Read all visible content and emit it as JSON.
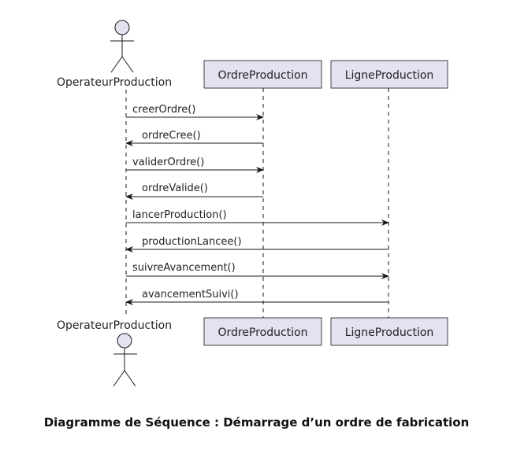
{
  "participants": {
    "actor": {
      "name": "OperateurProduction"
    },
    "ordre": {
      "name": "OrdreProduction"
    },
    "ligne": {
      "name": "LigneProduction"
    }
  },
  "messages": [
    {
      "label": "creerOrdre()",
      "from": "actor",
      "to": "ordre"
    },
    {
      "label": "ordreCree()",
      "from": "ordre",
      "to": "actor"
    },
    {
      "label": "validerOrdre()",
      "from": "actor",
      "to": "ordre"
    },
    {
      "label": "ordreValide()",
      "from": "ordre",
      "to": "actor"
    },
    {
      "label": "lancerProduction()",
      "from": "actor",
      "to": "ligne"
    },
    {
      "label": "productionLancee()",
      "from": "ligne",
      "to": "actor"
    },
    {
      "label": "suivreAvancement()",
      "from": "actor",
      "to": "ligne"
    },
    {
      "label": "avancementSuivi()",
      "from": "ligne",
      "to": "actor"
    }
  ],
  "caption": "Diagramme de Séquence : Démarrage d’un ordre de fabrication",
  "colors": {
    "participant_fill": "#e2e2f0",
    "participant_border": "#181818",
    "actor_fill": "#e2e2f0",
    "line": "#181818"
  }
}
